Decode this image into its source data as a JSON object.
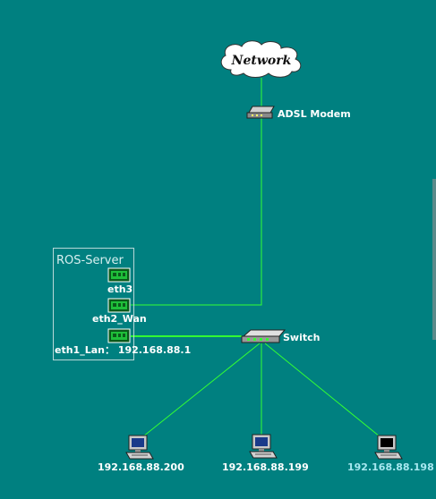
{
  "colors": {
    "background": "#008080",
    "link": "#33ff33",
    "label": "#ffffff",
    "highlight_label": "#a8e8f0"
  },
  "nodes": {
    "network": {
      "label": "Network",
      "icon": "cloud-icon"
    },
    "modem": {
      "label": "ADSL Modem",
      "icon": "modem-icon"
    },
    "server": {
      "title": "ROS-Server",
      "eth3": "eth3",
      "eth2": "eth2_Wan",
      "eth1": "eth1_Lan：  192.168.88.1",
      "nic_icon": "network-card-icon"
    },
    "switch": {
      "label": "Switch",
      "icon": "switch-icon"
    },
    "pcs": [
      {
        "label": "192.168.88.200",
        "icon": "computer-icon"
      },
      {
        "label": "192.168.88.199",
        "icon": "computer-icon"
      },
      {
        "label": "192.168.88.198",
        "icon": "computer-icon"
      }
    ]
  }
}
